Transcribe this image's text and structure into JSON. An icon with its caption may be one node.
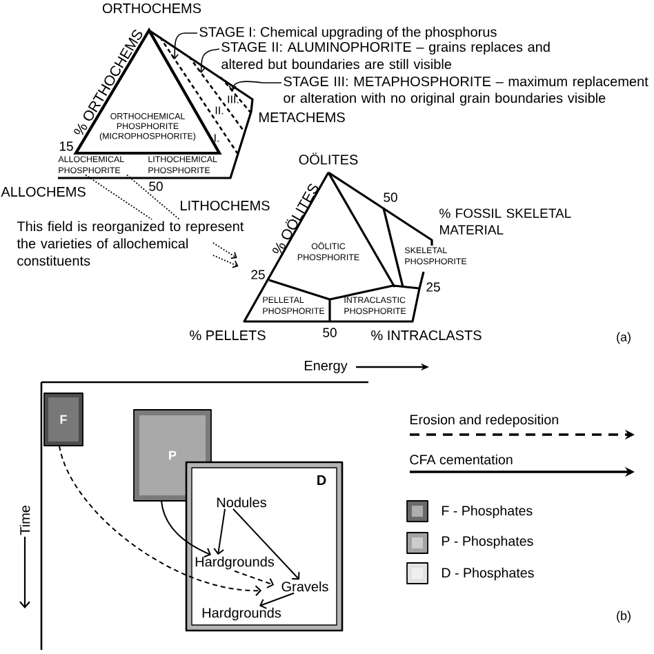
{
  "diagram": {
    "nodes": [
      {
        "text": [
          "ORTHOCHEMICAL PHOSPHORITE (MICROPHOSPHORITE)"
        ]
      },
      {
        "text": [
          "STAGE I: Chemical upgrading of the phosphorus"
        ]
      },
      {
        "text": [
          "STAGE II: ALUMINOPHORITE – grains replaces and altered but boundaries are still visible"
        ]
      },
      {
        "text": [
          "STAGE III: METAPHOSPHORITE – maximum replacement or alteration with no original grain boundaries visible"
        ]
      },
      {
        "text": [
          "I."
        ]
      },
      {
        "text": [
          "II."
        ]
      },
      {
        "text": [
          "III."
        ]
      },
      {
        "text": [
          "ALLOCHEMICAL PHOSPHORITE"
        ]
      },
      {
        "text": [
          "This field is reorganized to represent the varieties of allochemical constituents"
        ]
      },
      {
        "text": [
          "OÖLITIC PHOSPHORITE",
          "SKELETAL PHOSPHORITE",
          "PELLETAL PHOSPHORITE",
          "INTRACLASTIC PHOSPHORITE"
        ]
      },
      {
        "text": [
          "F"
        ]
      },
      {
        "text": [
          "P"
        ]
      },
      {
        "text": [
          "D"
        ]
      },
      {
        "text": [
          "Nodules"
        ],
        "in": 12
      },
      {
        "text": [
          "Hardgrounds"
        ],
        "in": 12
      },
      {
        "text": [
          "Gravels"
        ],
        "in": 12
      },
      {
        "text": [
          "Hardgrounds"
        ],
        "in": 12
      }
    ],
    "edges": [
      {
        "from": 1,
        "to": 4,
        "arrow": "to"
      },
      {
        "from": 2,
        "to": 5,
        "arrow": "to"
      },
      {
        "from": 3,
        "to": 6,
        "arrow": "to"
      },
      {
        "from": 7,
        "to": 8,
        "arrow": "none",
        "style": "dashed"
      },
      {
        "from": 7,
        "to": 8,
        "arrow": "none",
        "style": "dashed"
      },
      {
        "from": 8,
        "to": 9,
        "arrow": "to",
        "style": "dashed"
      },
      {
        "from": 8,
        "to": 9,
        "arrow": "to",
        "style": "dashed"
      },
      {
        "from": 10,
        "to": 15,
        "arrow": "to",
        "style": "dashed"
      },
      {
        "from": 11,
        "to": 14,
        "arrow": "to"
      },
      {
        "from": 13,
        "to": 14,
        "arrow": "to"
      },
      {
        "from": 13,
        "to": 15,
        "arrow": "to"
      },
      {
        "from": 14,
        "to": 15,
        "arrow": "to",
        "style": "dashed"
      },
      {
        "from": 15,
        "to": 16,
        "arrow": "to"
      }
    ],
    "labels": [
      "ORTHOCHEMS",
      "% ORTHOCHEMS",
      "METACHEMS",
      "15",
      "LITHOCHEMICAL PHOSPHORITE",
      "50",
      "ALLOCHEMS",
      "LITHOCHEMS",
      "OÖLITES",
      "% OÖLITES",
      "50",
      "% FOSSIL SKELETAL MATERIAL",
      "25",
      "25",
      "50",
      "% PELLETS",
      "% INTRACLASTS",
      "(a)",
      "Energy",
      "Time",
      "(b)"
    ],
    "legend": [
      {
        "text": "Erosion and redeposition"
      },
      {
        "text": "CFA cementation"
      },
      {
        "text": "F - Phosphates",
        "color": "#6b6b6b"
      },
      {
        "text": "P - Phosphates",
        "color": "#a3a3a3"
      },
      {
        "text": "D - Phosphates",
        "color": "#e2e2e2"
      }
    ]
  }
}
